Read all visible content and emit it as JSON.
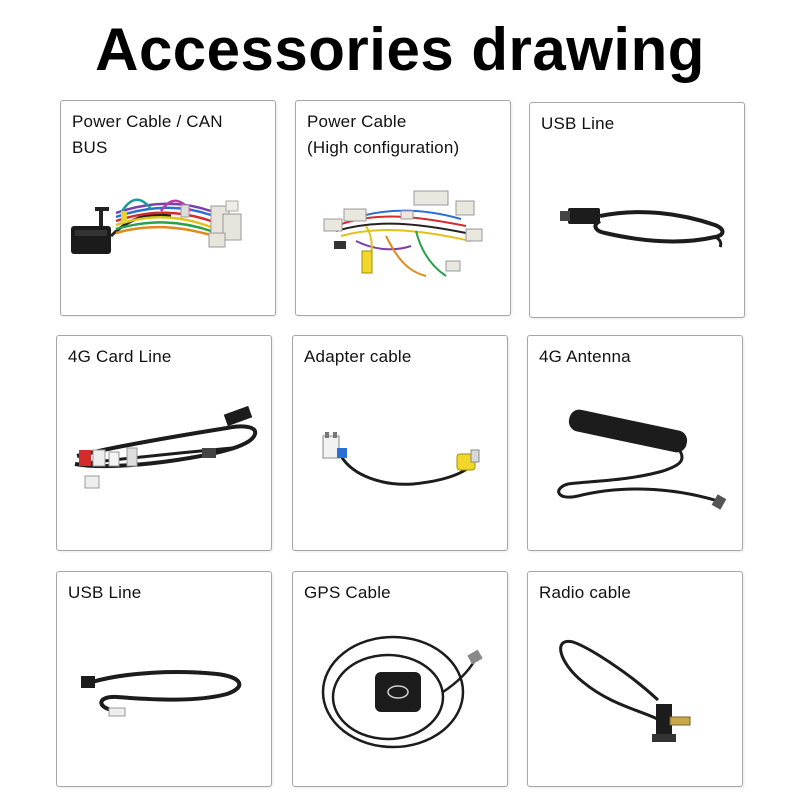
{
  "page": {
    "title": "Accessories drawing"
  },
  "items": [
    {
      "label": "Power Cable / CAN\nBUS",
      "icon": "can-bus-harness-image"
    },
    {
      "label": "Power Cable\n(High configuration)",
      "icon": "power-harness-image"
    },
    {
      "label": "USB Line",
      "icon": "usb-cable-image"
    },
    {
      "label": "4G Card Line",
      "icon": "4g-card-cable-image"
    },
    {
      "label": "Adapter cable",
      "icon": "adapter-cable-image"
    },
    {
      "label": "4G Antenna",
      "icon": "4g-antenna-image"
    },
    {
      "label": "USB Line",
      "icon": "usb-cable-image"
    },
    {
      "label": "GPS Cable",
      "icon": "gps-antenna-image"
    },
    {
      "label": "Radio cable",
      "icon": "radio-cable-image"
    }
  ]
}
